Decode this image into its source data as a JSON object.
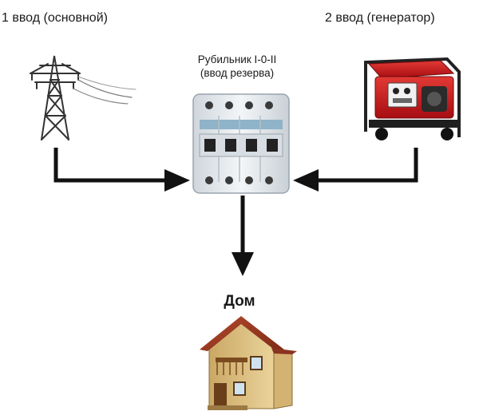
{
  "diagram": {
    "input1_label": "1 ввод (основной)",
    "input2_label": "2 ввод (генератор)",
    "switch_label_line1": "Рубильник I-0-II",
    "switch_label_line2": "(ввод резерва)",
    "house_label": "Дом"
  },
  "icons": {
    "source1": "power-tower-icon",
    "source2": "generator-icon",
    "switch": "circuit-breaker-icon",
    "destination": "house-icon"
  },
  "colors": {
    "arrow": "#111111",
    "generator_red": "#c8141b",
    "breaker_body": "#e6ebef",
    "house_wall": "#e2c784",
    "house_roof": "#9a3b23"
  }
}
